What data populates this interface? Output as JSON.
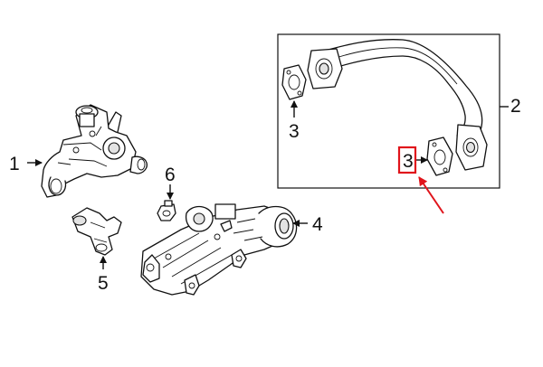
{
  "diagram": {
    "callouts": [
      {
        "label": "1"
      },
      {
        "label": "2"
      },
      {
        "label": "3"
      },
      {
        "label": "3"
      },
      {
        "label": "4"
      },
      {
        "label": "5"
      },
      {
        "label": "6"
      }
    ],
    "highlight": {
      "color": "#e0141b"
    },
    "line_color": "#111111"
  }
}
